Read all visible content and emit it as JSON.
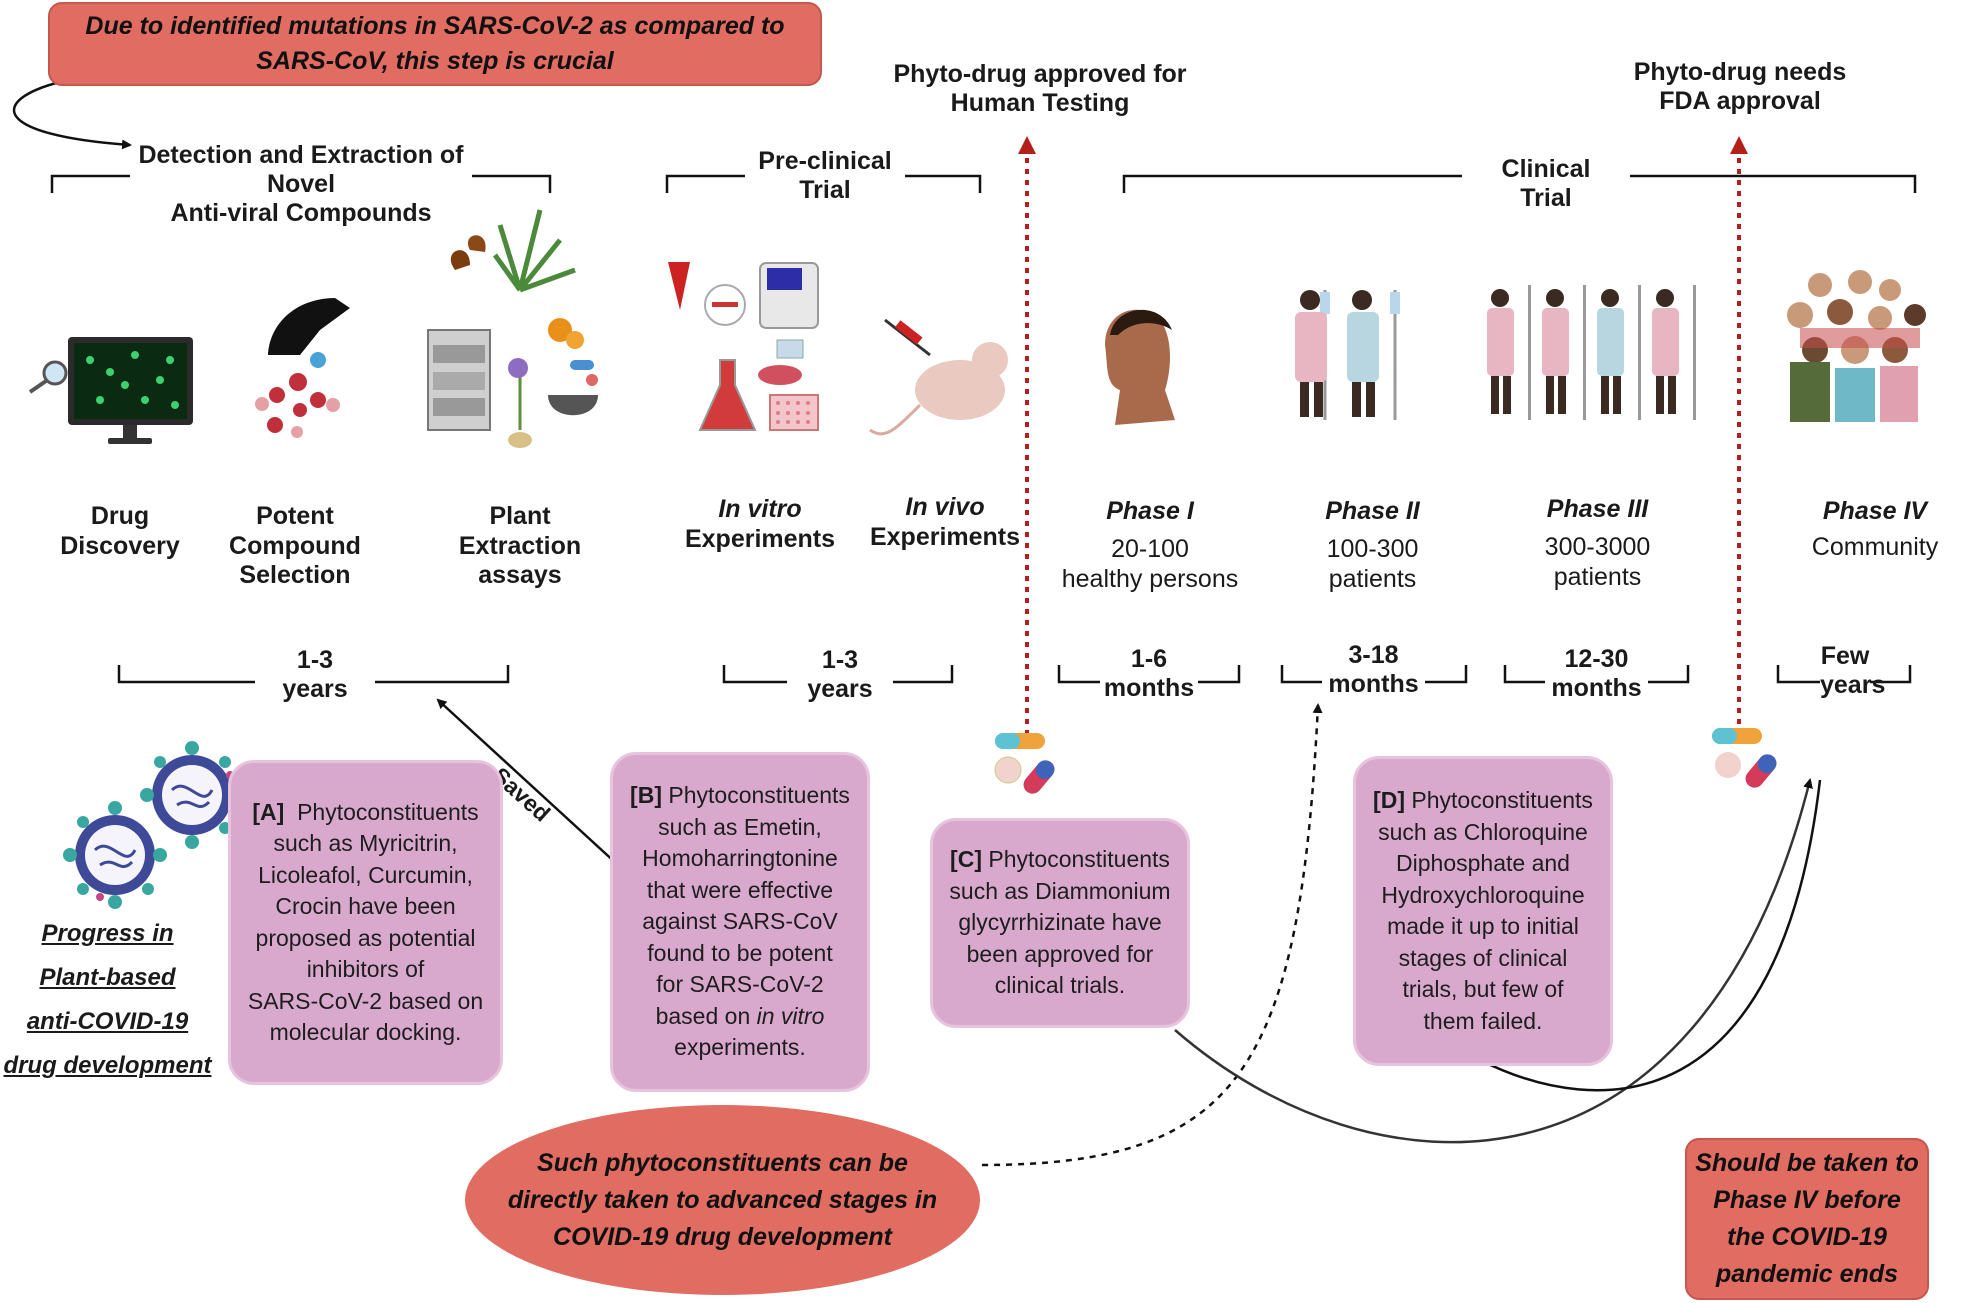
{
  "top_note": "Due to identified mutations in SARS-CoV-2 as compared to SARS-CoV, this step is crucial",
  "top_note_lines": [
    "Due to identified mutations in SARS-CoV-2 as compared to",
    "SARS-CoV, this step is crucial"
  ],
  "sections": {
    "detection": [
      "Detection and Extraction of",
      "Novel",
      "Anti-viral Compounds"
    ],
    "preclinical": [
      "Pre-clinical",
      "Trial"
    ],
    "clinical": [
      "Clinical",
      "Trial"
    ]
  },
  "approvals": {
    "human_testing": [
      "Phyto-drug approved for",
      "Human Testing"
    ],
    "fda": [
      "Phyto-drug needs",
      "FDA approval"
    ]
  },
  "stages": {
    "drug_discovery": [
      "Drug",
      "Discovery"
    ],
    "compound_selection": [
      "Potent",
      "Compound",
      "Selection"
    ],
    "plant_extraction": [
      "Plant",
      "Extraction",
      "assays"
    ],
    "in_vitro": {
      "italic": "In vitro",
      "rest": "Experiments"
    },
    "in_vivo": {
      "italic": "In vivo",
      "rest": "Experiments"
    }
  },
  "phases": [
    {
      "name": "Phase I",
      "desc": [
        "20-100",
        "healthy persons"
      ],
      "duration": [
        "1-6",
        "months"
      ]
    },
    {
      "name": "Phase II",
      "desc": [
        "100-300",
        "patients"
      ],
      "duration": [
        "3-18",
        "months"
      ]
    },
    {
      "name": "Phase III",
      "desc": [
        "300-3000",
        "patients"
      ],
      "duration": [
        "12-30",
        "months"
      ]
    },
    {
      "name": "Phase IV",
      "desc": [
        "Community"
      ],
      "duration": [
        "Few",
        "years"
      ]
    }
  ],
  "durations": {
    "discovery": [
      "1-3",
      "years"
    ],
    "preclinical": [
      "1-3",
      "years"
    ]
  },
  "saved_label": "Saved",
  "progress_label": [
    "Progress in",
    "Plant-based",
    "anti-COVID-19",
    "drug development"
  ],
  "boxes": {
    "A": {
      "tag": "[A]",
      "lines": [
        "Phytoconstituents",
        "such as Myricitrin,",
        "Licoleafol, Curcumin,",
        "Crocin have been",
        "proposed as potential",
        "inhibitors of",
        "SARS-CoV-2 based on",
        "molecular docking."
      ]
    },
    "B": {
      "tag": "[B]",
      "lines": [
        "Phytoconstituents",
        "such as Emetin,",
        "Homoharringtonine",
        "that were effective",
        "against SARS-CoV",
        "found to be potent",
        "for SARS-CoV-2",
        "based on in vitro",
        "experiments."
      ]
    },
    "C": {
      "tag": "[C]",
      "lines": [
        "Phytoconstituents",
        "such as Diammonium",
        "glycyrrhizinate have",
        "been approved for",
        "clinical trials."
      ]
    },
    "D": {
      "tag": "[D]",
      "lines": [
        "Phytoconstituents",
        "such as Chloroquine",
        "Diphosphate and",
        "Hydroxychloroquine",
        "made it up to initial",
        "stages of clinical",
        "trials, but few of",
        "them failed."
      ]
    }
  },
  "advanced_note": [
    "Such phytoconstituents can be",
    "directly taken to advanced stages in",
    "COVID-19 drug development"
  ],
  "phase4_note": [
    "Should be taken to",
    "Phase IV before",
    "the COVID-19",
    "pandemic ends"
  ],
  "colors": {
    "red_note": "#e06c62",
    "pink_box": "#d9a9cd",
    "dotted_red": "#b3201b"
  }
}
